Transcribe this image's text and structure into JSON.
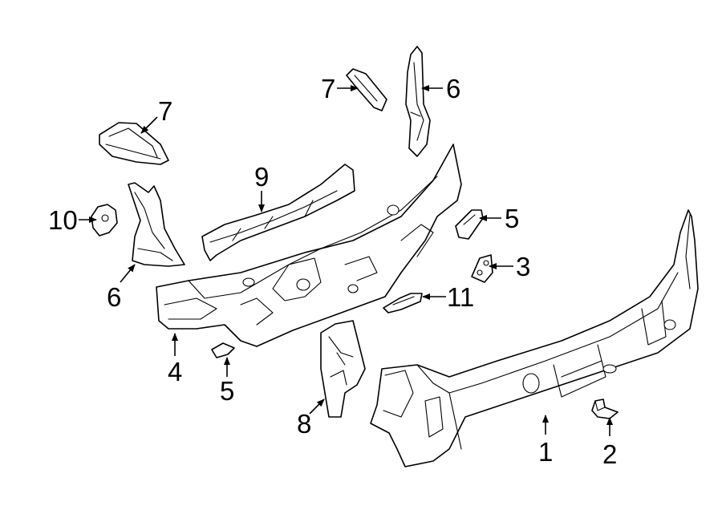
{
  "diagram": {
    "callouts": [
      {
        "id": "c1",
        "label": "1"
      },
      {
        "id": "c2",
        "label": "2"
      },
      {
        "id": "c3",
        "label": "3"
      },
      {
        "id": "c4",
        "label": "4"
      },
      {
        "id": "c5a",
        "label": "5"
      },
      {
        "id": "c5b",
        "label": "5"
      },
      {
        "id": "c6a",
        "label": "6"
      },
      {
        "id": "c6b",
        "label": "6"
      },
      {
        "id": "c7a",
        "label": "7"
      },
      {
        "id": "c7b",
        "label": "7"
      },
      {
        "id": "c8",
        "label": "8"
      },
      {
        "id": "c9",
        "label": "9"
      },
      {
        "id": "c10",
        "label": "10"
      },
      {
        "id": "c11",
        "label": "11"
      }
    ]
  }
}
